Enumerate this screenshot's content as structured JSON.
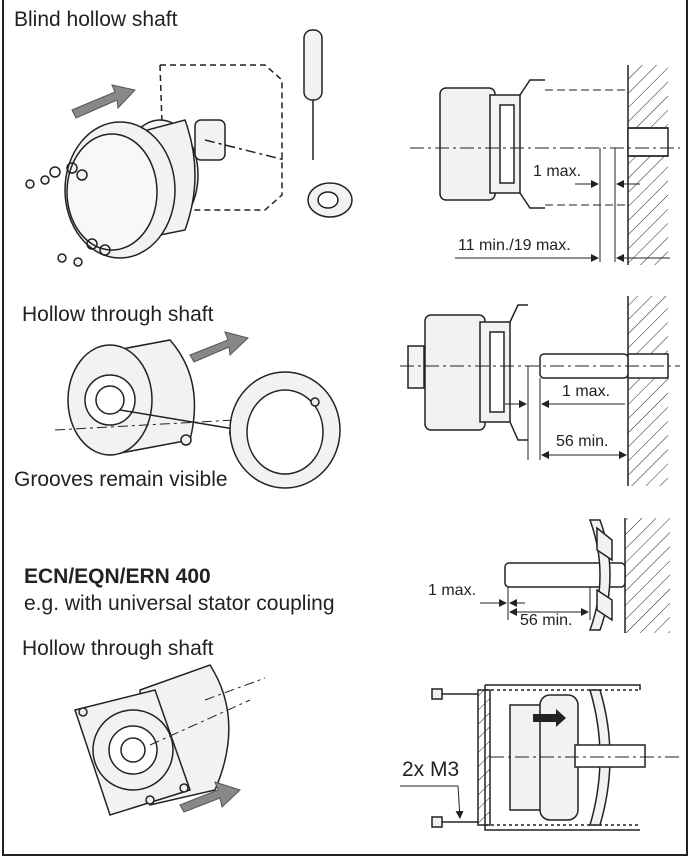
{
  "sections": {
    "blind_title": "Blind hollow shaft",
    "hollow1_title": "Hollow through shaft",
    "grooves_note": "Grooves remain visible",
    "product_title": "ECN/EQN/ERN 400",
    "product_subtitle": "e.g. with universal stator coupling",
    "hollow2_title": "Hollow through shaft"
  },
  "dimensions": {
    "d1": "1 max.",
    "d2": "11 min./19 max.",
    "d3": "1 max.",
    "d4": "56 min.",
    "d5": "1 max.",
    "d6": "56 min.",
    "screws": "2x M3"
  },
  "colors": {
    "line": "#222222",
    "fill": "#f2f2f2",
    "arrow": "#888888"
  }
}
